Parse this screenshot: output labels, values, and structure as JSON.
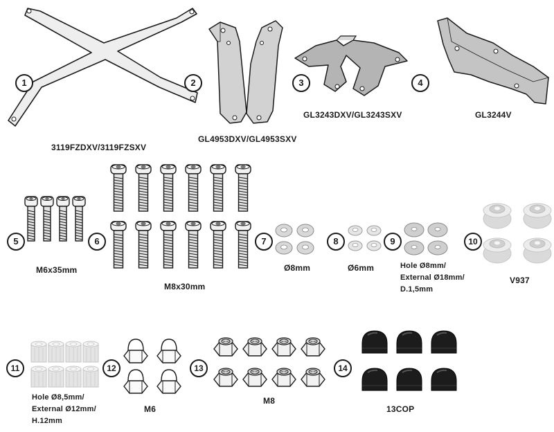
{
  "parts": [
    {
      "id": "1",
      "code": "3119FZDXV/3119FZSXV"
    },
    {
      "id": "2",
      "code": "GL4953DXV/GL4953SXV"
    },
    {
      "id": "3",
      "code": "GL3243DXV/GL3243SXV"
    },
    {
      "id": "4",
      "code": "GL3244V"
    },
    {
      "id": "5",
      "code": "M6x35mm"
    },
    {
      "id": "6",
      "code": "M8x30mm"
    },
    {
      "id": "7",
      "code": "Ø8mm"
    },
    {
      "id": "8",
      "code": "Ø6mm"
    },
    {
      "id": "9",
      "lines": [
        "Hole Ø8mm/",
        "External Ø18mm/",
        "D.1,5mm"
      ]
    },
    {
      "id": "10",
      "code": "V937"
    },
    {
      "id": "11",
      "lines": [
        "Hole Ø8,5mm/",
        "External Ø12mm/",
        "H.12mm"
      ]
    },
    {
      "id": "12",
      "code": "M6"
    },
    {
      "id": "13",
      "code": "M8"
    },
    {
      "id": "14",
      "code": "13COP"
    }
  ],
  "colors": {
    "line": "#1a1a1a",
    "metal": "#d2d2d2",
    "metal_dark": "#a8a8a8",
    "light": "#eeeeee",
    "cap": "#1c1c1c"
  }
}
